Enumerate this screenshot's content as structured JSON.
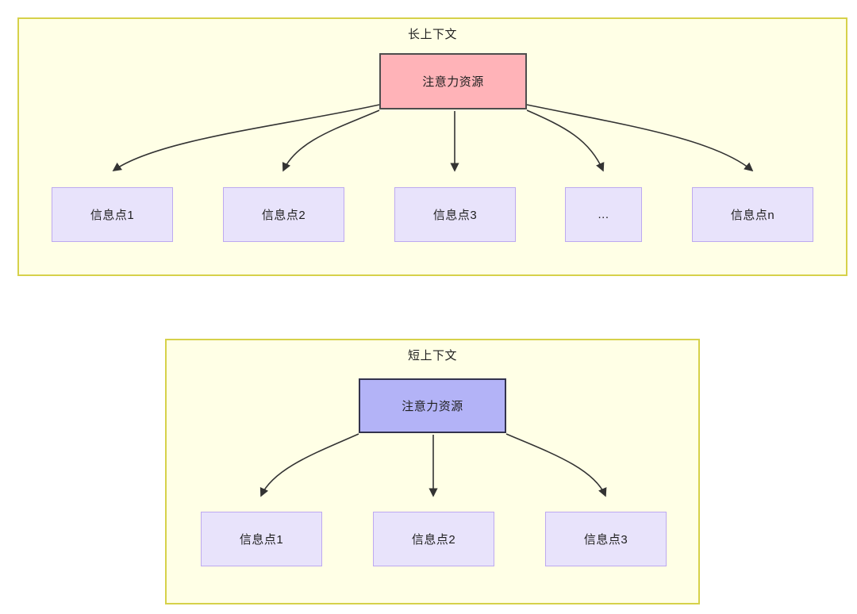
{
  "diagram": {
    "title_visible": false,
    "colors": {
      "container_fill": "#ffffe6",
      "container_border": "#d6d14a",
      "root_long_fill": "#ffb3b8",
      "root_long_border": "#4d4d4d",
      "root_short_fill": "#b3b3f7",
      "root_short_border": "#33334d",
      "info_fill": "#e8e3fb",
      "info_border": "#bda9f0",
      "edge_stroke": "#333333",
      "text": "#1f1f1f"
    },
    "sections": [
      {
        "id": "long-context",
        "title": "长上下文",
        "root": {
          "label": "注意力资源"
        },
        "children": [
          {
            "label": "信息点1"
          },
          {
            "label": "信息点2"
          },
          {
            "label": "信息点3"
          },
          {
            "label": "..."
          },
          {
            "label": "信息点n"
          }
        ]
      },
      {
        "id": "short-context",
        "title": "短上下文",
        "root": {
          "label": "注意力资源"
        },
        "children": [
          {
            "label": "信息点1"
          },
          {
            "label": "信息点2"
          },
          {
            "label": "信息点3"
          }
        ]
      }
    ]
  }
}
